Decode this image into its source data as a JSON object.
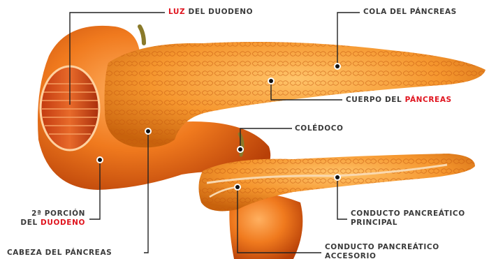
{
  "colors": {
    "highlight": "#e0141e",
    "label": "#3a3a3a",
    "leader": "#222222",
    "organ": "#f07a1e"
  },
  "labels": {
    "luz_duodeno": {
      "em": "LUZ",
      "rest": " DEL DUODENO"
    },
    "cola_pancreas": "COLA DEL PÁNCREAS",
    "cuerpo_pancreas": {
      "pre": "CUERPO DEL ",
      "em": "PÁNCREAS"
    },
    "coledoco": "COLÉDOCO",
    "porcion_duodeno": {
      "line1": "2ª PORCIÓN",
      "pre": "DEL ",
      "em": "DUODENO"
    },
    "cabeza_pancreas": "CABEZA DEL PÁNCREAS",
    "conducto_principal": {
      "line1": "CONDUCTO PANCREÁTICO",
      "line2": "PRINCIPAL"
    },
    "conducto_accesorio": {
      "line1": "CONDUCTO PANCREÁTICO",
      "line2": "ACCESORIO"
    }
  }
}
